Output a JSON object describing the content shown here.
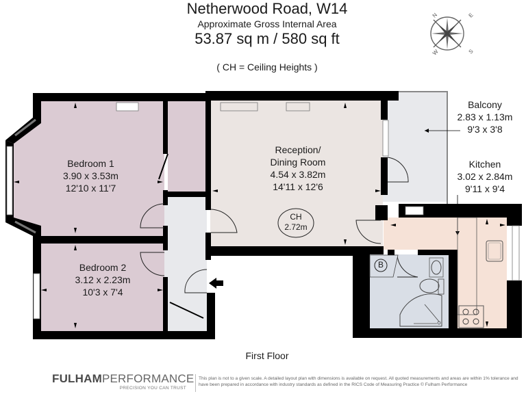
{
  "header": {
    "title": "Netherwood Road, W14",
    "subtitle": "Approximate Gross Internal Area",
    "area": "53.87 sq m  /  580 sq ft",
    "ceiling_note": "( CH = Ceiling Heights )"
  },
  "compass": {
    "icon": "compass-rose-icon",
    "labels": {
      "n": "N",
      "e": "E",
      "s": "S",
      "w": "W"
    }
  },
  "rooms": [
    {
      "id": "bedroom-1",
      "name": "Bedroom 1",
      "metric": "3.90 x 3.53m",
      "imperial": "12'10 x 11'7",
      "color": "#dbcbd3"
    },
    {
      "id": "bedroom-2",
      "name": "Bedroom 2",
      "metric": "3.12 x 2.23m",
      "imperial": "10'3 x 7'4",
      "color": "#dbcbd3"
    },
    {
      "id": "reception",
      "name": "Reception/",
      "name2": "Dining Room",
      "metric": "4.54 x 3.82m",
      "imperial": "14'11 x 12'6",
      "color": "#ebe5e2"
    },
    {
      "id": "balcony",
      "name": "Balcony",
      "metric": "2.83 x 1.13m",
      "imperial": "9'3 x 3'8",
      "color": "#e8e9ec"
    },
    {
      "id": "kitchen",
      "name": "Kitchen",
      "metric": "3.02 x 2.84m",
      "imperial": "9'11 x 9'4",
      "color": "#f6e2d7"
    },
    {
      "id": "bathroom",
      "name": "",
      "metric": "",
      "imperial": "",
      "color": "#d9dee6"
    },
    {
      "id": "hallway",
      "name": "",
      "metric": "",
      "imperial": "",
      "color": "#e8e9ec"
    }
  ],
  "ceiling_height": {
    "label": "CH",
    "value": "2.72m"
  },
  "boiler": {
    "label": "B"
  },
  "floor_label": "First Floor",
  "colors": {
    "wall": "#000000",
    "bedroom": "#dbcbd3",
    "reception": "#ebe5e2",
    "hall": "#e8e9ec",
    "kitchen": "#f6e2d7",
    "bathroom": "#d9dee6"
  },
  "footer": {
    "logo_bold": "FULHAM",
    "logo_light": "PERFORMANCE",
    "tagline": "PRECISION YOU CAN TRUST",
    "disclaimer": "This plan is not to a given scale. A detailed layout plan with dimensions is available on request. All quoted measurements and areas are within 1% tolerance and have been prepared in accordance with industry standards as defined in the RICS Code of Measuring Practice © Fulham Performance"
  }
}
